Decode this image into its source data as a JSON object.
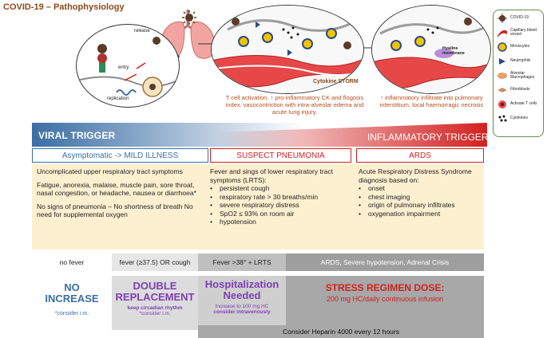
{
  "title": "COVID-19 – Pathophysiology",
  "illustration": {
    "label_release": "release",
    "label_entry": "entry",
    "label_replication": "replication",
    "label_hyaline": "Hyaline\nmembrane",
    "label_storm": "Cytokine STORM"
  },
  "legend": {
    "items": [
      {
        "label": "COVID-19",
        "icon": "virus-icon"
      },
      {
        "label": "Capillary blood vessel",
        "icon": "capillary-icon"
      },
      {
        "label": "Monocytes",
        "icon": "monocyte-icon"
      },
      {
        "label": "Neutrophils",
        "icon": "neutrophil-icon"
      },
      {
        "label": "Alveolar Macrophages",
        "icon": "macrophage-icon"
      },
      {
        "label": "Fibroblasts",
        "icon": "fibroblast-icon"
      },
      {
        "label": "Activate T cells",
        "icon": "t-cell-icon"
      },
      {
        "label": "Cytokines",
        "icon": "cytokine-icon"
      }
    ]
  },
  "captions": {
    "center": "T cell activation, ↑ pro-inflammatory CK and flogosis index. vasocontriction with intra-alveolar edema and acute lung injury.",
    "right": "↑ inflammatory infiltrate into pulmonary interstitium, local haemorragic necrosis"
  },
  "triggers": {
    "viral": "VIRAL TRIGGER",
    "inflammatory": "INFLAMMATORY TRIGGER"
  },
  "phases": {
    "asymptomatic": "Asymptomatic  ->  MILD ILLNESS",
    "pneumonia": "SUSPECT PNEUMONIA",
    "ards": "ARDS"
  },
  "columns": {
    "col1": [
      "Uncomplicated upper respiratory tract symptoms",
      "Fatigue, anorexia, malaise, muscle pain, sore throat, nasal congestion, or headache, nausea or diarrhoea*",
      "No signs of pneumonia – No shortness of breath No need for supplemental oxygen"
    ],
    "col2_intro": "Fever and sings of lower respiratory tract symptoms (LRTS):",
    "col2_items": [
      "persistent cough",
      "respiratory rate > 30 breaths/min",
      "severe respiratory distress",
      "SpO2 ≤ 93% on room air",
      "hypotension"
    ],
    "col3_intro": "Acute Respiratory Distress Syndrome diagnosis based on:",
    "col3_items": [
      "onset",
      "chest imaging",
      "origin of pulmonary infiltrates",
      "oxygenation impairment"
    ]
  },
  "symptoms": {
    "no_fever": "no fever",
    "fever": "fever  (≥37.5) OR cough",
    "fever38": "Fever >38° + LRTS",
    "ards": "ARDS, Severe hypotension, Adrenal Crisis"
  },
  "treatments": {
    "none_title": "NO\nINCREASE",
    "none_note": "*consider i.m.",
    "double_title": "DOUBLE\nREPLACEMENT",
    "double_sub": "keep circadian rhythm",
    "double_note": "*consider i.m.",
    "hosp_title": "Hospitalization\nNeeded",
    "hosp_sub": "Increase  to 100 mg HC",
    "hosp_note": "consider intravenously",
    "stress_title": "STRESS REGIMEN DOSE:",
    "stress_sub": "200 mg HC/daily continuous infusion",
    "heparin": "Consider Heparin 4000 every 12 hours"
  },
  "colors": {
    "viral_blue": "#3b6ea5",
    "red": "#d32020",
    "purple": "#7d3fb5",
    "beige": "#fdf0d0",
    "legend_border": "#5e8f4a"
  }
}
